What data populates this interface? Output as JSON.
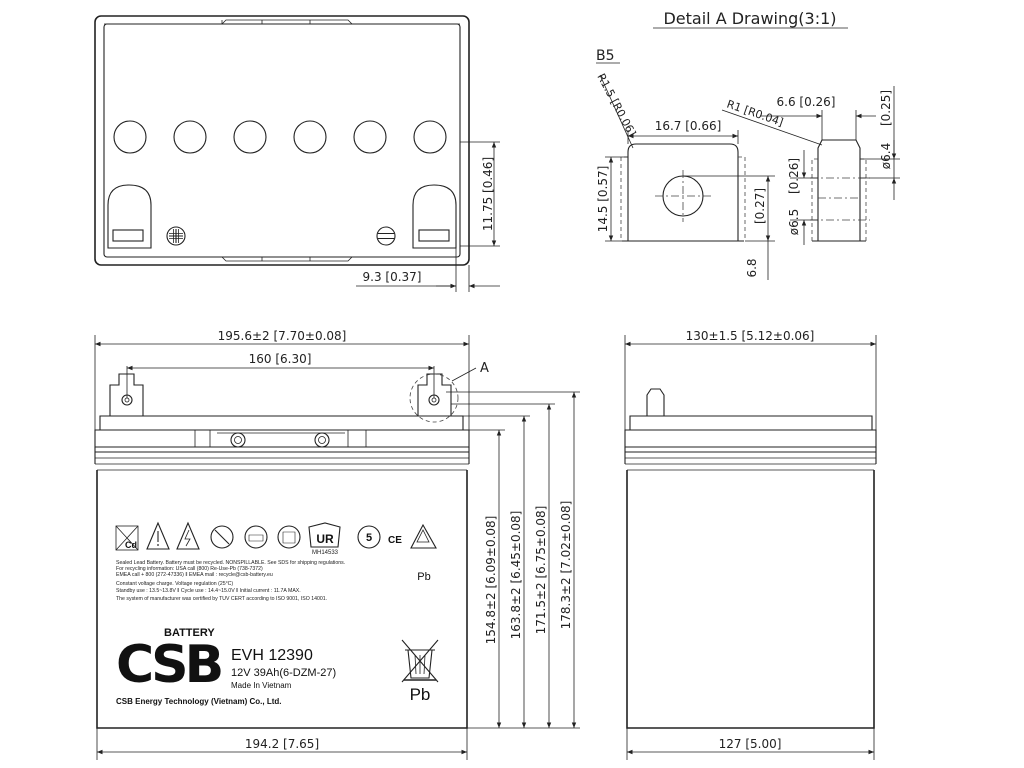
{
  "detail": {
    "title": "Detail A Drawing(3:1)",
    "b5": "B5",
    "r15": "R1.5 [R0.06]",
    "r1": "R1 [R0.04]",
    "d167": "16.7 [0.66]",
    "d66": "6.6 [0.26]",
    "d025": "[0.25]",
    "d64": "ø6.4",
    "d145": "14.5 [0.57]",
    "d026": "[0.26]",
    "d65": "ø6.5",
    "d027": "[0.27]",
    "d68": "6.8"
  },
  "top_view": {
    "d1175": "11.75 [0.46]",
    "d93": "9.3 [0.37]"
  },
  "front_view": {
    "width_top": "195.6±2 [7.70±0.08]",
    "terminal_spacing": "160 [6.30]",
    "detail_ref": "A",
    "width_bottom": "194.2 [7.65]",
    "h1548": "154.8±2 [6.09±0.08]",
    "h1638": "163.8±2 [6.45±0.08]",
    "h1715": "171.5±2 [6.75±0.08]",
    "h1783": "178.3±2 [7.02±0.08]"
  },
  "side_view": {
    "width_top": "130±1.5 [5.12±0.06]",
    "width_bottom": "127 [5.00]"
  },
  "label": {
    "cd": "Cd",
    "ul_num": "MH14533",
    "ce": "CE",
    "pb1": "Pb",
    "pb2": "Pb",
    "line1": "Sealed Lead Battery. Battery must be recycled. NONSPILLABLE. See SDS for shipping regulations.",
    "line2": "For recycling information: USA call (800) Re-Use-Pb (738-7372)",
    "line3": "EMEA call + 800 (272-47336)  ǁ  EMEA mail : recycle@csb-battery.eu",
    "line4": "Constant voltage charge. Voltage regulation (25°C)",
    "line5": "Standby use : 13.5~13.8V  ǁ  Cycle use : 14.4~15.0V  ǁ  Initial current : 11.7A MAX.",
    "line6": "The system of manufacturer was certified by TUV CERT according to ISO 9001, ISO 14001.",
    "brand": "CSB",
    "battery_word": "BATTERY",
    "model": "EVH 12390",
    "spec": "12V 39Ah(6-DZM-27)",
    "made_in": "Made In Vietnam",
    "company": "CSB Energy Technology (Vietnam) Co., Ltd."
  }
}
